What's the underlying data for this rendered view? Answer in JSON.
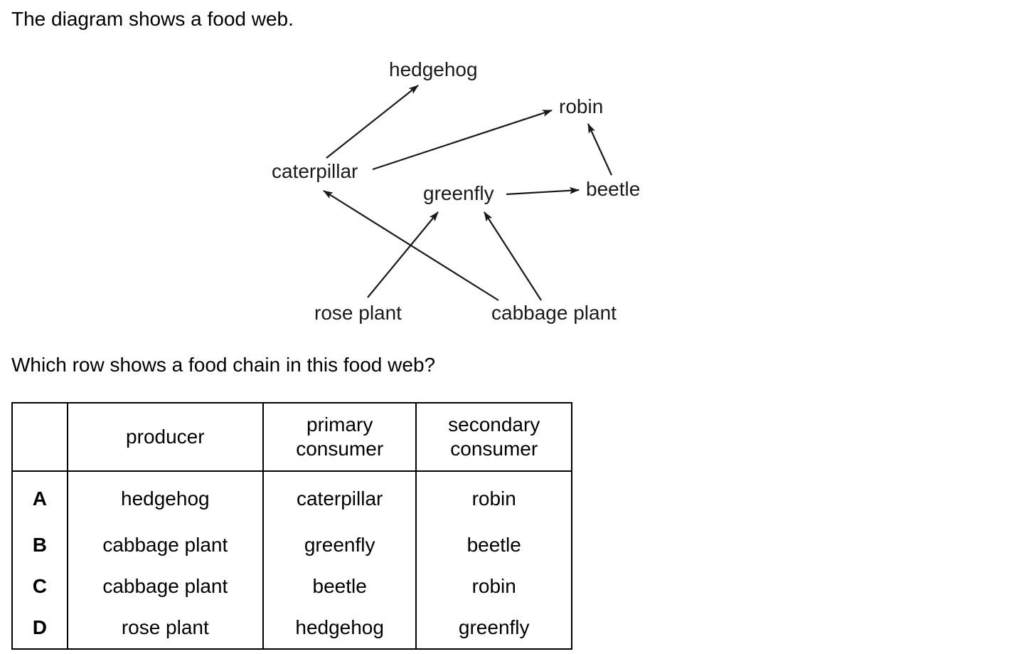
{
  "intro": "The diagram shows a food web.",
  "food_web": {
    "organisms": {
      "hedgehog": "hedgehog",
      "robin": "robin",
      "caterpillar": "caterpillar",
      "greenfly": "greenfly",
      "beetle": "beetle",
      "rose_plant": "rose plant",
      "cabbage_plant": "cabbage plant"
    },
    "links": [
      {
        "from": "caterpillar",
        "to": "hedgehog"
      },
      {
        "from": "caterpillar",
        "to": "robin"
      },
      {
        "from": "beetle",
        "to": "robin"
      },
      {
        "from": "greenfly",
        "to": "beetle"
      },
      {
        "from": "rose plant",
        "to": "greenfly"
      },
      {
        "from": "cabbage plant",
        "to": "caterpillar"
      },
      {
        "from": "cabbage plant",
        "to": "greenfly"
      }
    ]
  },
  "question": "Which row shows a food chain in this food web?",
  "table": {
    "headers": {
      "blank": "",
      "producer": "producer",
      "primary_line1": "primary",
      "primary_line2": "consumer",
      "secondary_line1": "secondary",
      "secondary_line2": "consumer"
    },
    "rows": [
      {
        "letter": "A",
        "producer": "hedgehog",
        "primary": "caterpillar",
        "secondary": "robin"
      },
      {
        "letter": "B",
        "producer": "cabbage plant",
        "primary": "greenfly",
        "secondary": "beetle"
      },
      {
        "letter": "C",
        "producer": "cabbage plant",
        "primary": "beetle",
        "secondary": "robin"
      },
      {
        "letter": "D",
        "producer": "rose plant",
        "primary": "hedgehog",
        "secondary": "greenfly"
      }
    ]
  }
}
